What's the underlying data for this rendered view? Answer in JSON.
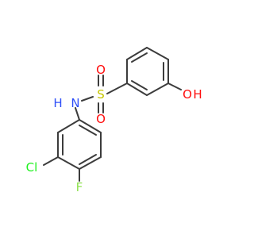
{
  "molecule": {
    "atoms": {
      "oxygen_top": "O",
      "sulfur": "S",
      "oxygen_bottom": "O",
      "nitrogen_h": "H",
      "nitrogen": "N",
      "hydroxyl_o": "O",
      "hydroxyl_h": "H",
      "chlorine": "Cl",
      "fluorine": "F"
    },
    "colors": {
      "bond": "#3c3c3c",
      "oxygen": "#ff0d0d",
      "sulfur": "#c6c600",
      "nitrogen": "#2f50f8",
      "chlorine": "#1ff01f",
      "fluorine": "#8fe150"
    }
  }
}
